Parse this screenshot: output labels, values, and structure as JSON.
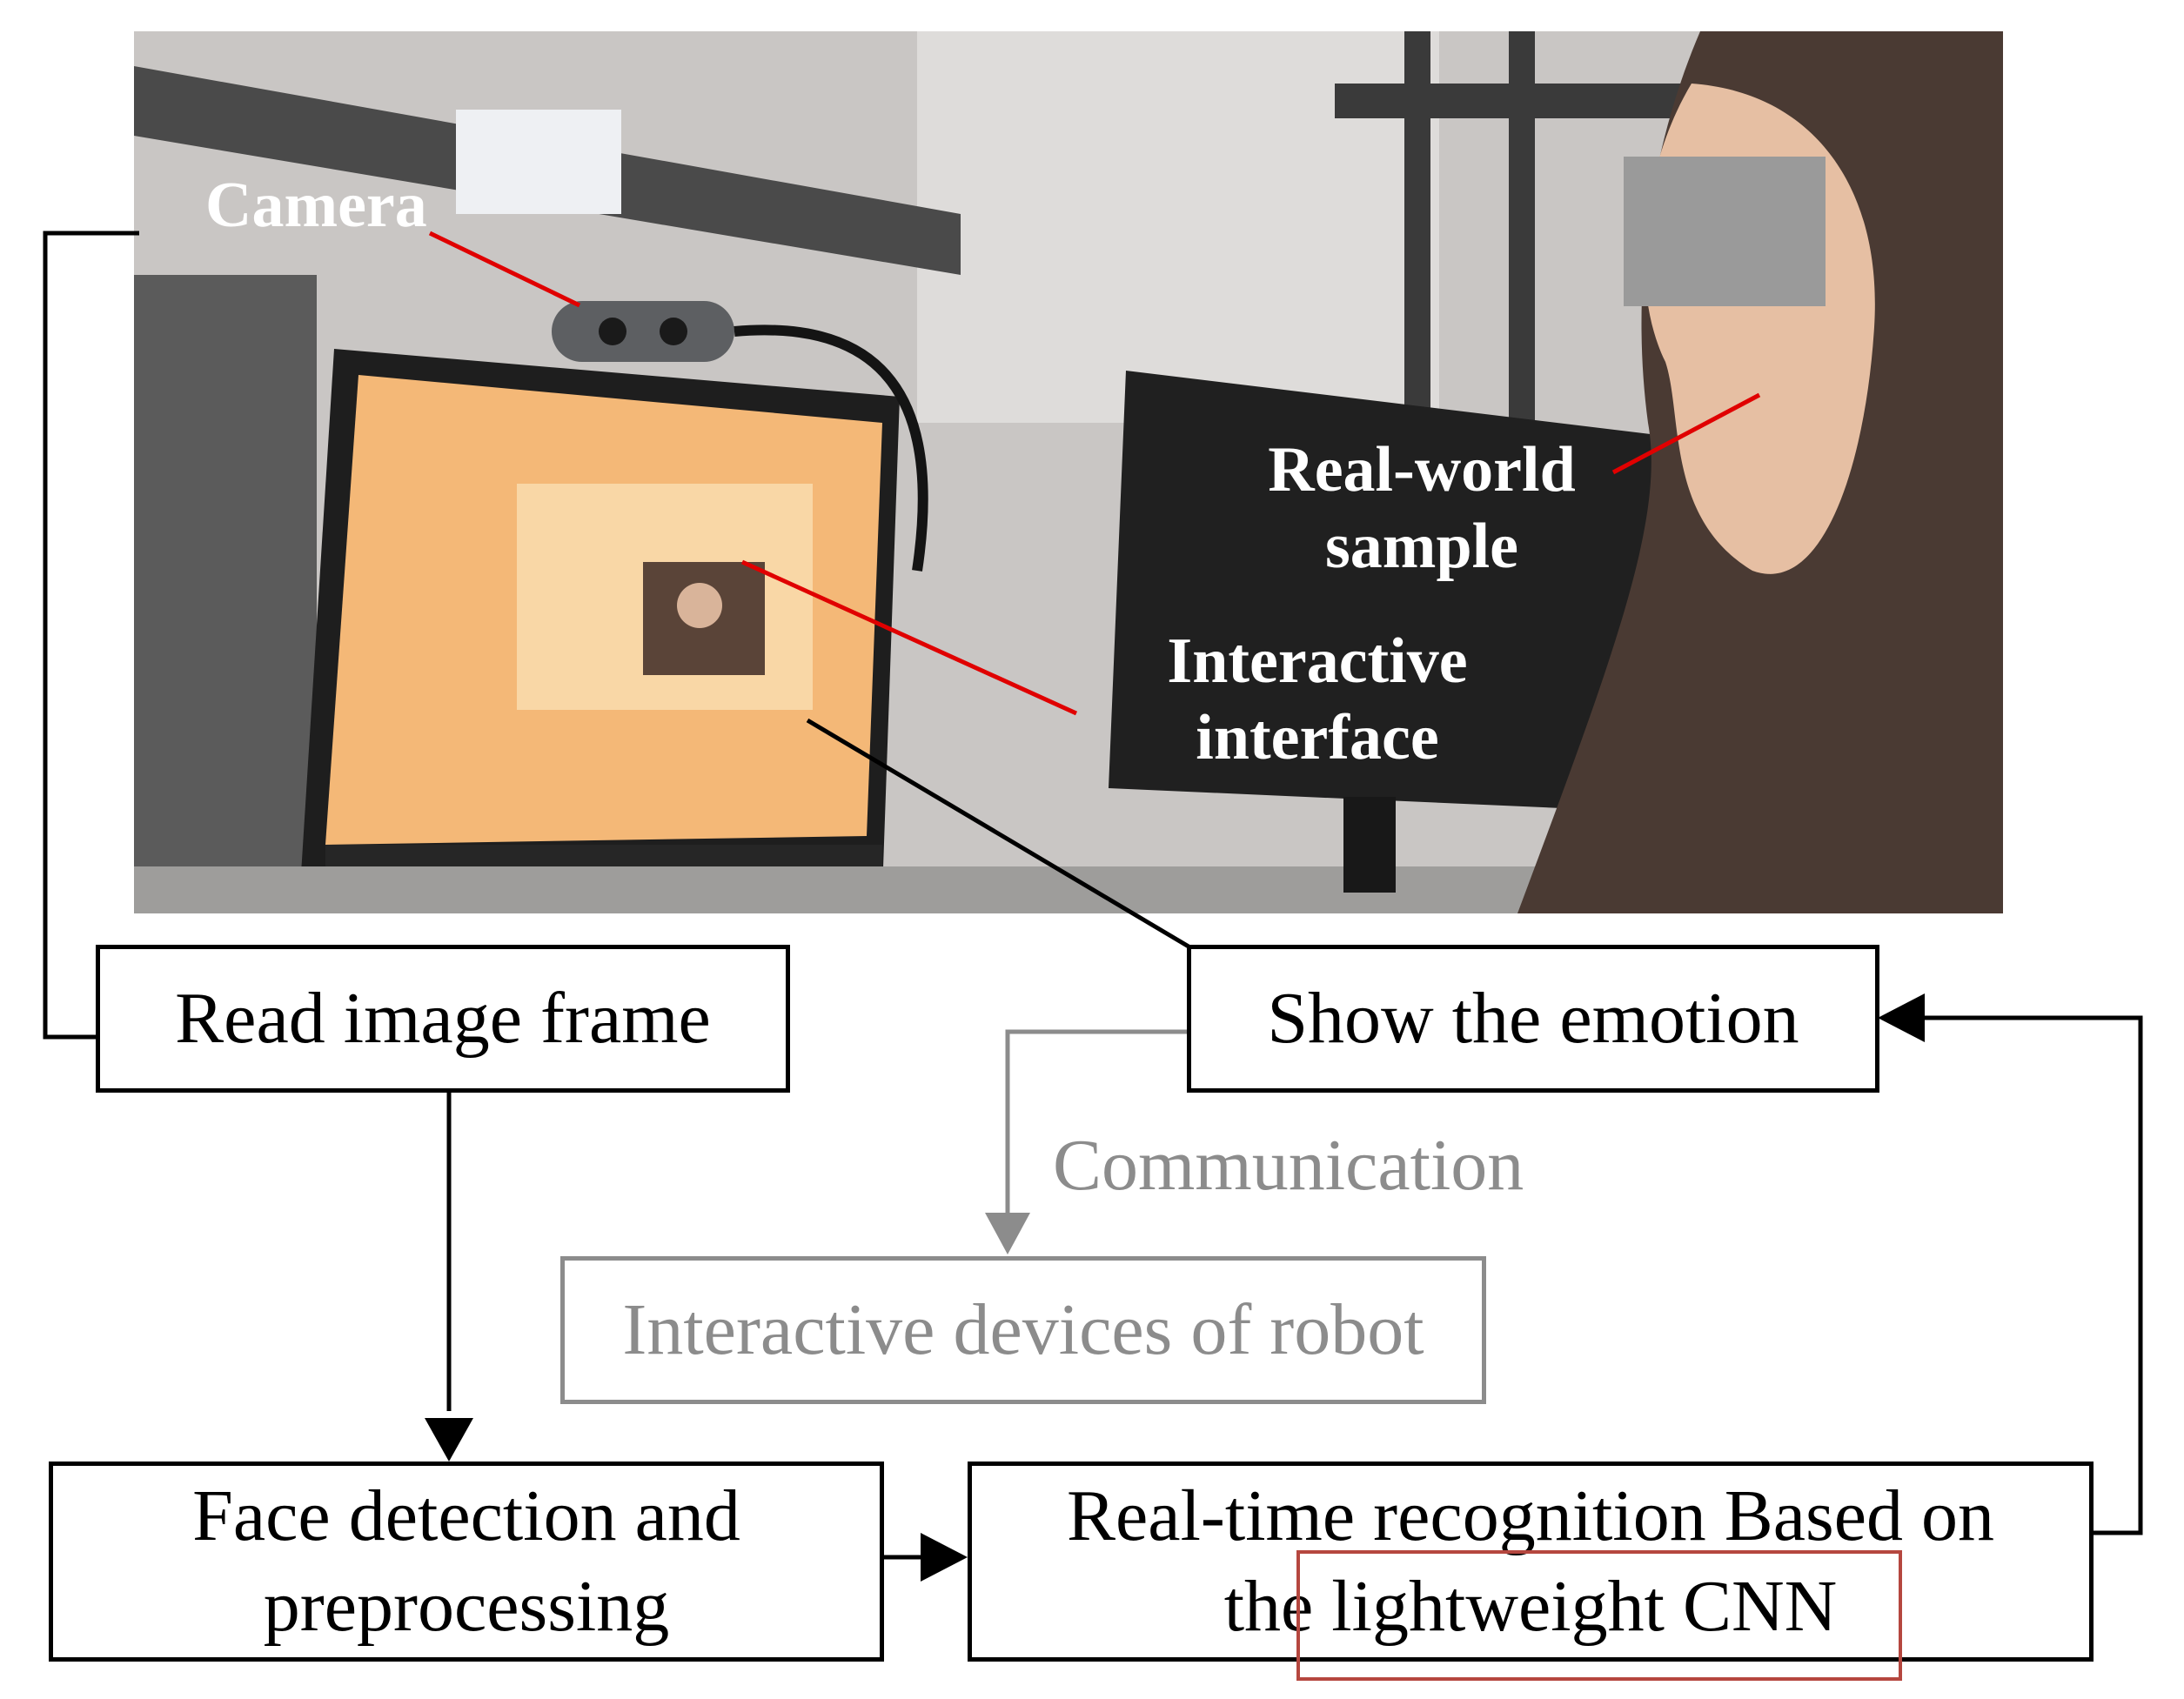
{
  "photo": {
    "labels": {
      "camera": "Camera",
      "real_world_line1": "Real-world",
      "real_world_line2": "sample",
      "interactive_line1": "Interactive",
      "interactive_line2": "interface"
    }
  },
  "flow": {
    "read_frame": "Read image frame",
    "show_emotion": "Show the emotion",
    "communication": "Communication",
    "robot_devices": "Interactive devices of robot",
    "face_detection_line1": "Face detection and",
    "face_detection_line2": "preprocessing",
    "recognition_line1": "Real-time recognition Based on",
    "recognition_line2": "the lightweight CNN"
  },
  "colors": {
    "callout_line": "#e00000",
    "connector": "#000000",
    "secondary": "#8c8c8c",
    "highlight": "#b5473f",
    "screen": "#f4b877"
  }
}
